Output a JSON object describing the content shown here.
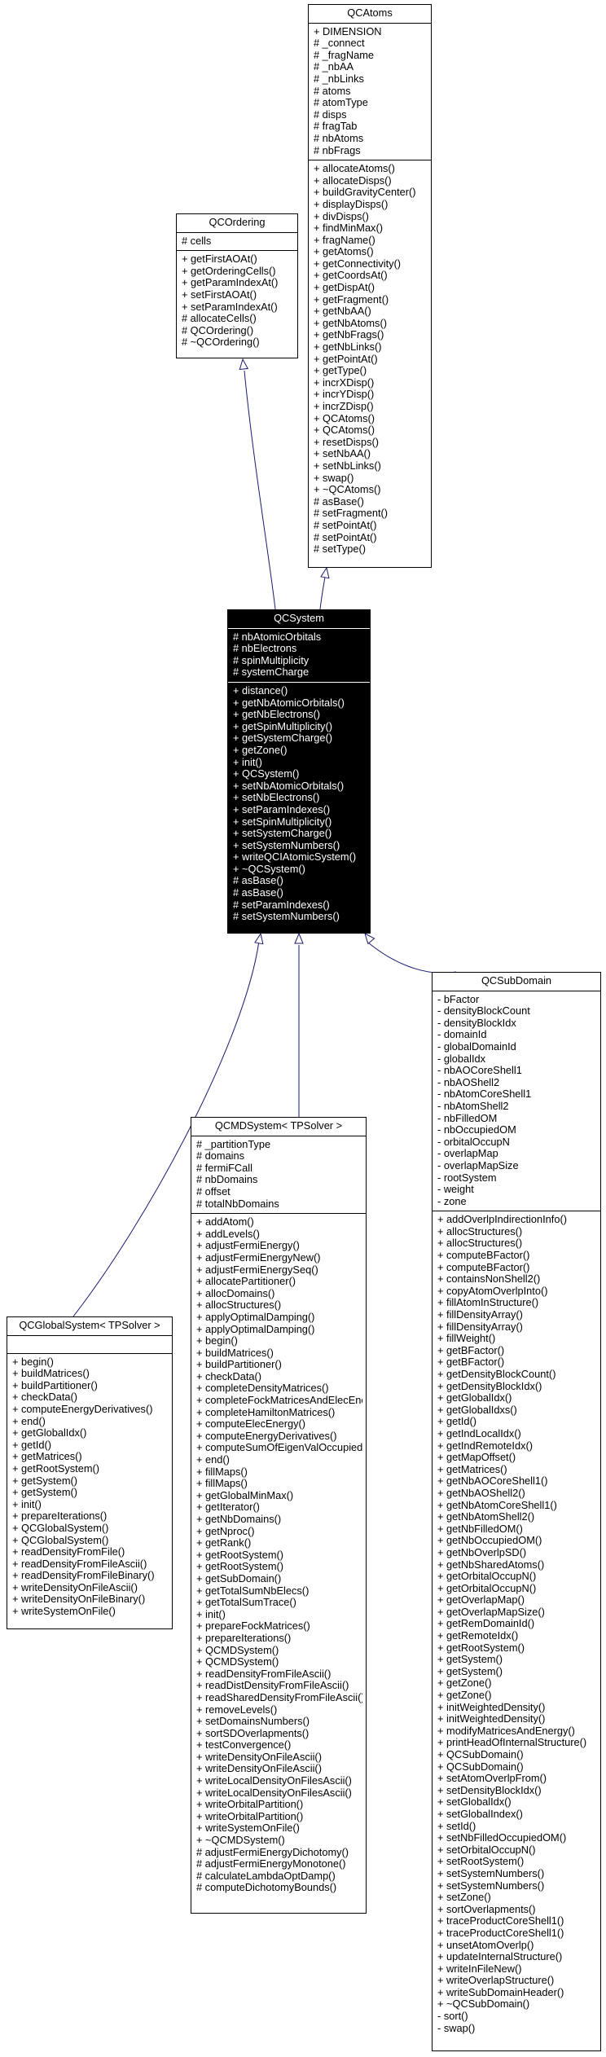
{
  "diagram": {
    "classes": [
      {
        "id": "qcatoms",
        "name": "QCAtoms",
        "attributes": [
          "+ DIMENSION",
          "# _connect",
          "# _fragName",
          "# _nbAA",
          "# _nbLinks",
          "# atoms",
          "# atomType",
          "# disps",
          "# fragTab",
          "# nbAtoms",
          "# nbFrags"
        ],
        "methods": [
          "+ allocateAtoms()",
          "+ allocateDisps()",
          "+ buildGravityCenter()",
          "+ displayDisps()",
          "+ divDisps()",
          "+ findMinMax()",
          "+ fragName()",
          "+ getAtoms()",
          "+ getConnectivity()",
          "+ getCoordsAt()",
          "+ getDispAt()",
          "+ getFragment()",
          "+ getNbAA()",
          "+ getNbAtoms()",
          "+ getNbFrags()",
          "+ getNbLinks()",
          "+ getPointAt()",
          "+ getType()",
          "+ incrXDisp()",
          "+ incrYDisp()",
          "+ incrZDisp()",
          "+ QCAtoms()",
          "+ QCAtoms()",
          "+ resetDisps()",
          "+ setNbAA()",
          "+ setNbLinks()",
          "+ swap()",
          "+ ~QCAtoms()",
          "# asBase()",
          "# setFragment()",
          "# setPointAt()",
          "# setPointAt()",
          "# setType()"
        ]
      },
      {
        "id": "qcordering",
        "name": "QCOrdering",
        "attributes": [
          "# cells"
        ],
        "methods": [
          "+ getFirstAOAt()",
          "+ getOrderingCells()",
          "+ getParamIndexAt()",
          "+ setFirstAOAt()",
          "+ setParamIndexAt()",
          "# allocateCells()",
          "# QCOrdering()",
          "# ~QCOrdering()"
        ]
      },
      {
        "id": "qcsystem",
        "name": "QCSystem",
        "attributes": [
          "# nbAtomicOrbitals",
          "# nbElectrons",
          "# spinMultiplicity",
          "# systemCharge"
        ],
        "methods": [
          "+ distance()",
          "+ getNbAtomicOrbitals()",
          "+ getNbElectrons()",
          "+ getSpinMultiplicity()",
          "+ getSystemCharge()",
          "+ getZone()",
          "+ init()",
          "+ QCSystem()",
          "+ setNbAtomicOrbitals()",
          "+ setNbElectrons()",
          "+ setParamIndexes()",
          "+ setSpinMultiplicity()",
          "+ setSystemCharge()",
          "+ setSystemNumbers()",
          "+ writeQCIAtomicSystem()",
          "+ ~QCSystem()",
          "# asBase()",
          "# asBase()",
          "# setParamIndexes()",
          "# setSystemNumbers()"
        ]
      },
      {
        "id": "qcglobalsystem",
        "name": "QCGlobalSystem< TPSolver >",
        "attributes": [],
        "methods": [
          "+ begin()",
          "+ buildMatrices()",
          "+ buildPartitioner()",
          "+ checkData()",
          "+ computeEnergyDerivatives()",
          "+ end()",
          "+ getGlobalIdx()",
          "+ getId()",
          "+ getMatrices()",
          "+ getRootSystem()",
          "+ getSystem()",
          "+ getSystem()",
          "+ init()",
          "+ prepareIterations()",
          "+ QCGlobalSystem()",
          "+ QCGlobalSystem()",
          "+ readDensityFromFile()",
          "+ readDensityFromFileAscii()",
          "+ readDensityFromFileBinary()",
          "+ writeDensityOnFileAscii()",
          "+ writeDensityOnFileBinary()",
          "+ writeSystemOnFile()"
        ]
      },
      {
        "id": "qcmdsystem",
        "name": "QCMDSystem< TPSolver >",
        "attributes": [
          "# _partitionType",
          "# domains",
          "# fermiFCall",
          "# nbDomains",
          "# offset",
          "# totalNbDomains"
        ],
        "methods": [
          "+ addAtom()",
          "+ addLevels()",
          "+ adjustFermiEnergy()",
          "+ adjustFermiEnergyNew()",
          "+ adjustFermiEnergySeq()",
          "+ allocatePartitioner()",
          "+ allocDomains()",
          "+ allocStructures()",
          "+ applyOptimalDamping()",
          "+ applyOptimalDamping()",
          "+ begin()",
          "+ buildMatrices()",
          "+ buildPartitioner()",
          "+ checkData()",
          "+ completeDensityMatrices()",
          "+ completeFockMatricesAndElecEnergy()",
          "+ completeHamiltonMatrices()",
          "+ computeElecEnergy()",
          "+ computeEnergyDerivatives()",
          "+ computeSumOfEigenValOccupied()",
          "+ end()",
          "+ fillMaps()",
          "+ fillMaps()",
          "+ getGlobalMinMax()",
          "+ getIterator()",
          "+ getNbDomains()",
          "+ getNproc()",
          "+ getRank()",
          "+ getRootSystem()",
          "+ getRootSystem()",
          "+ getSubDomain()",
          "+ getTotalSumNbElecs()",
          "+ getTotalSumTrace()",
          "+ init()",
          "+ prepareFockMatrices()",
          "+ prepareIterations()",
          "+ QCMDSystem()",
          "+ QCMDSystem()",
          "+ readDensityFromFileAscii()",
          "+ readDistDensityFromFileAscii()",
          "+ readSharedDensityFromFileAscii()",
          "+ removeLevels()",
          "+ setDomainsNumbers()",
          "+ sortSDOverlapments()",
          "+ testConvergence()",
          "+ writeDensityOnFileAscii()",
          "+ writeDensityOnFileAscii()",
          "+ writeLocalDensityOnFilesAscii()",
          "+ writeLocalDensityOnFilesAscii()",
          "+ writeOrbitalPartition()",
          "+ writeOrbitalPartition()",
          "+ writeSystemOnFile()",
          "+ ~QCMDSystem()",
          "# adjustFermiEnergyDichotomy()",
          "# adjustFermiEnergyMonotone()",
          "# calculateLambdaOptDamp()",
          "# computeDichotomyBounds()"
        ]
      },
      {
        "id": "qcsubdomain",
        "name": "QCSubDomain",
        "attributes": [
          "- bFactor",
          "- densityBlockCount",
          "- densityBlockIdx",
          "- domainId",
          "- globalDomainId",
          "- globalIdx",
          "- nbAOCoreShell1",
          "- nbAOShell2",
          "- nbAtomCoreShell1",
          "- nbAtomShell2",
          "- nbFilledOM",
          "- nbOccupiedOM",
          "- orbitalOccupN",
          "- overlapMap",
          "- overlapMapSize",
          "- rootSystem",
          "- weight",
          "- zone"
        ],
        "methods": [
          "+ addOverlpIndirectionInfo()",
          "+ allocStructures()",
          "+ allocStructures()",
          "+ computeBFactor()",
          "+ computeBFactor()",
          "+ containsNonShell2()",
          "+ copyAtomOverlpInto()",
          "+ fillAtomInStructure()",
          "+ fillDensityArray()",
          "+ fillDensityArray()",
          "+ fillWeight()",
          "+ getBFactor()",
          "+ getBFactor()",
          "+ getDensityBlockCount()",
          "+ getDensityBlockIdx()",
          "+ getGlobalIdx()",
          "+ getGlobalIdxs()",
          "+ getId()",
          "+ getIndLocalIdx()",
          "+ getIndRemoteIdx()",
          "+ getMapOffset()",
          "+ getMatrices()",
          "+ getNbAOCoreShell1()",
          "+ getNbAOShell2()",
          "+ getNbAtomCoreShell1()",
          "+ getNbAtomShell2()",
          "+ getNbFilledOM()",
          "+ getNbOccupiedOM()",
          "+ getNbOverlpSD()",
          "+ getNbSharedAtoms()",
          "+ getOrbitalOccupN()",
          "+ getOrbitalOccupN()",
          "+ getOverlapMap()",
          "+ getOverlapMapSize()",
          "+ getRemDomainId()",
          "+ getRemoteIdx()",
          "+ getRootSystem()",
          "+ getSystem()",
          "+ getSystem()",
          "+ getZone()",
          "+ getZone()",
          "+ initWeightedDensity()",
          "+ initWeightedDensity()",
          "+ modifyMatricesAndEnergy()",
          "+ printHeadOfInternalStructure()",
          "+ QCSubDomain()",
          "+ QCSubDomain()",
          "+ setAtomOverlpFrom()",
          "+ setDensityBlockIdx()",
          "+ setGlobalIdx()",
          "+ setGlobalIndex()",
          "+ setId()",
          "+ setNbFilledOccupiedOM()",
          "+ setOrbitalOccupN()",
          "+ setRootSystem()",
          "+ setSystemNumbers()",
          "+ setSystemNumbers()",
          "+ setZone()",
          "+ sortOverlapments()",
          "+ traceProductCoreShell1()",
          "+ traceProductCoreShell1()",
          "+ unsetAtomOverlp()",
          "+ updateInternalStructure()",
          "+ writeInFileNew()",
          "+ writeOverlapStructure()",
          "+ writeSubDomainHeader()",
          "+ ~QCSubDomain()",
          "- sort()",
          "- swap()"
        ]
      }
    ],
    "edges": [
      {
        "from": "qcatoms",
        "to": "qcsystem",
        "kind": "inheritance"
      },
      {
        "from": "qcordering",
        "to": "qcsystem",
        "kind": "inheritance"
      },
      {
        "from": "qcsystem",
        "to": "qcglobalsystem",
        "kind": "inheritance"
      },
      {
        "from": "qcsystem",
        "to": "qcmdsystem",
        "kind": "inheritance"
      },
      {
        "from": "qcsystem",
        "to": "qcsubdomain",
        "kind": "inheritance"
      }
    ],
    "colors": {
      "edge": "#191970",
      "highlight_fill": "#000000",
      "highlight_text": "#ffffff"
    }
  }
}
